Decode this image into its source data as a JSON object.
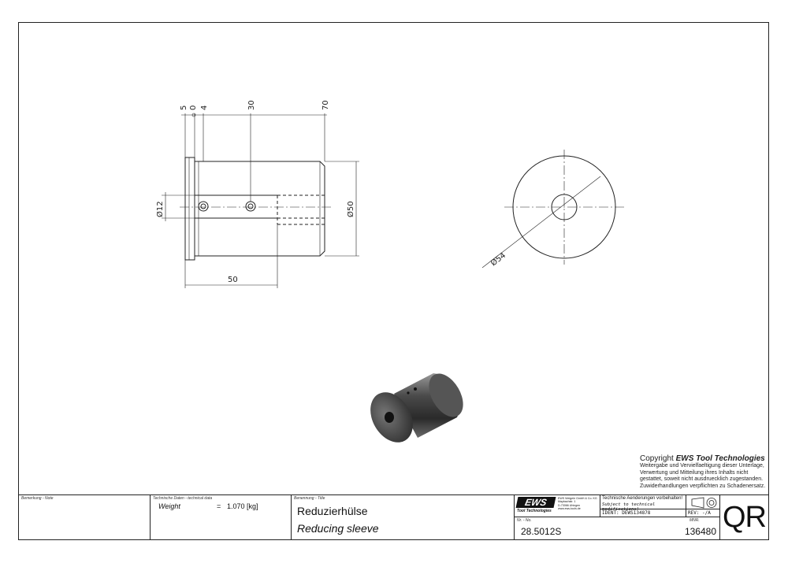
{
  "dimensions": {
    "top": [
      "5",
      "0",
      "4",
      "30",
      "70"
    ],
    "bore": "Ø12",
    "outer": "Ø50",
    "length": "50",
    "flange": "Ø54"
  },
  "copyright": {
    "prefix": "Copyright",
    "brand": "EWS Tool Technologies",
    "lines": [
      "Weitergabe und Vervielfaeltigung dieser Unterlage,",
      "Verwertung und Mitteilung ihres Inhalts nicht",
      "gestattet, soweit nicht ausdruecklich zugestanden.",
      "Zuwiderhandlungen verpflichten zu Schadenersatz."
    ]
  },
  "titleblock": {
    "remark_label": "Bemerkung - Note",
    "tech_label": "Technische Daten - technical data",
    "weight_label": "Weight",
    "weight_eq": "=",
    "weight_value": "1.070 [kg]",
    "title_label": "Benennung - Title",
    "title_de": "Reduzierhülse",
    "title_en": "Reducing sleeve",
    "logo": "EWS",
    "logo_sub": "Tool Technologies",
    "company_lines": [
      "EWS Weigele GmbH & Co. KG",
      "Maybachstr. 1",
      "D-73066 Uhingen",
      "www.ews-tools.de"
    ],
    "mod_de": "Technische Aenderungen vorbehalten!",
    "mod_en": "Subject to technical modifications!",
    "ident": "IDENT: DEWS134878",
    "rev": "REV: -/A",
    "nr_label": "Nr. - No.",
    "nr_value": "28.5012S",
    "mnr_label": "MNR.",
    "mnr_value": "136480",
    "qr": "QR"
  }
}
